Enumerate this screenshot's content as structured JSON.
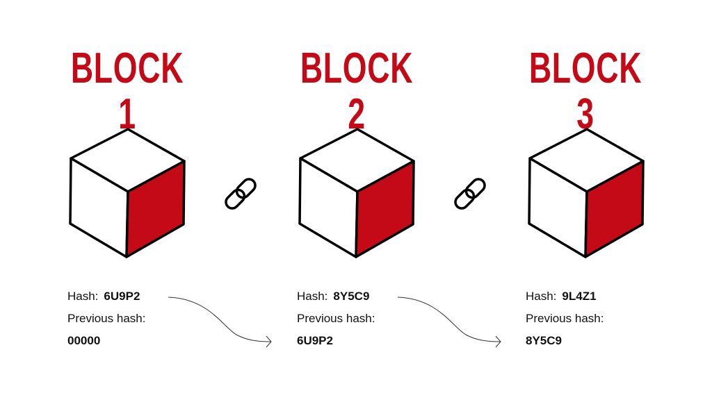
{
  "colors": {
    "accent": "#c40a16",
    "stroke": "#000000"
  },
  "blocks": [
    {
      "title": "BLOCK 1",
      "hash_label": "Hash:",
      "hash": "6U9P2",
      "prev_label": "Previous hash:",
      "prev": "00000"
    },
    {
      "title": "BLOCK 2",
      "hash_label": "Hash:",
      "hash": "8Y5C9",
      "prev_label": "Previous hash:",
      "prev": "6U9P2"
    },
    {
      "title": "BLOCK 3",
      "hash_label": "Hash:",
      "hash": "9L4Z1",
      "prev_label": "Previous hash:",
      "prev": "8Y5C9"
    }
  ],
  "connectors": [
    "link-icon",
    "link-icon"
  ]
}
